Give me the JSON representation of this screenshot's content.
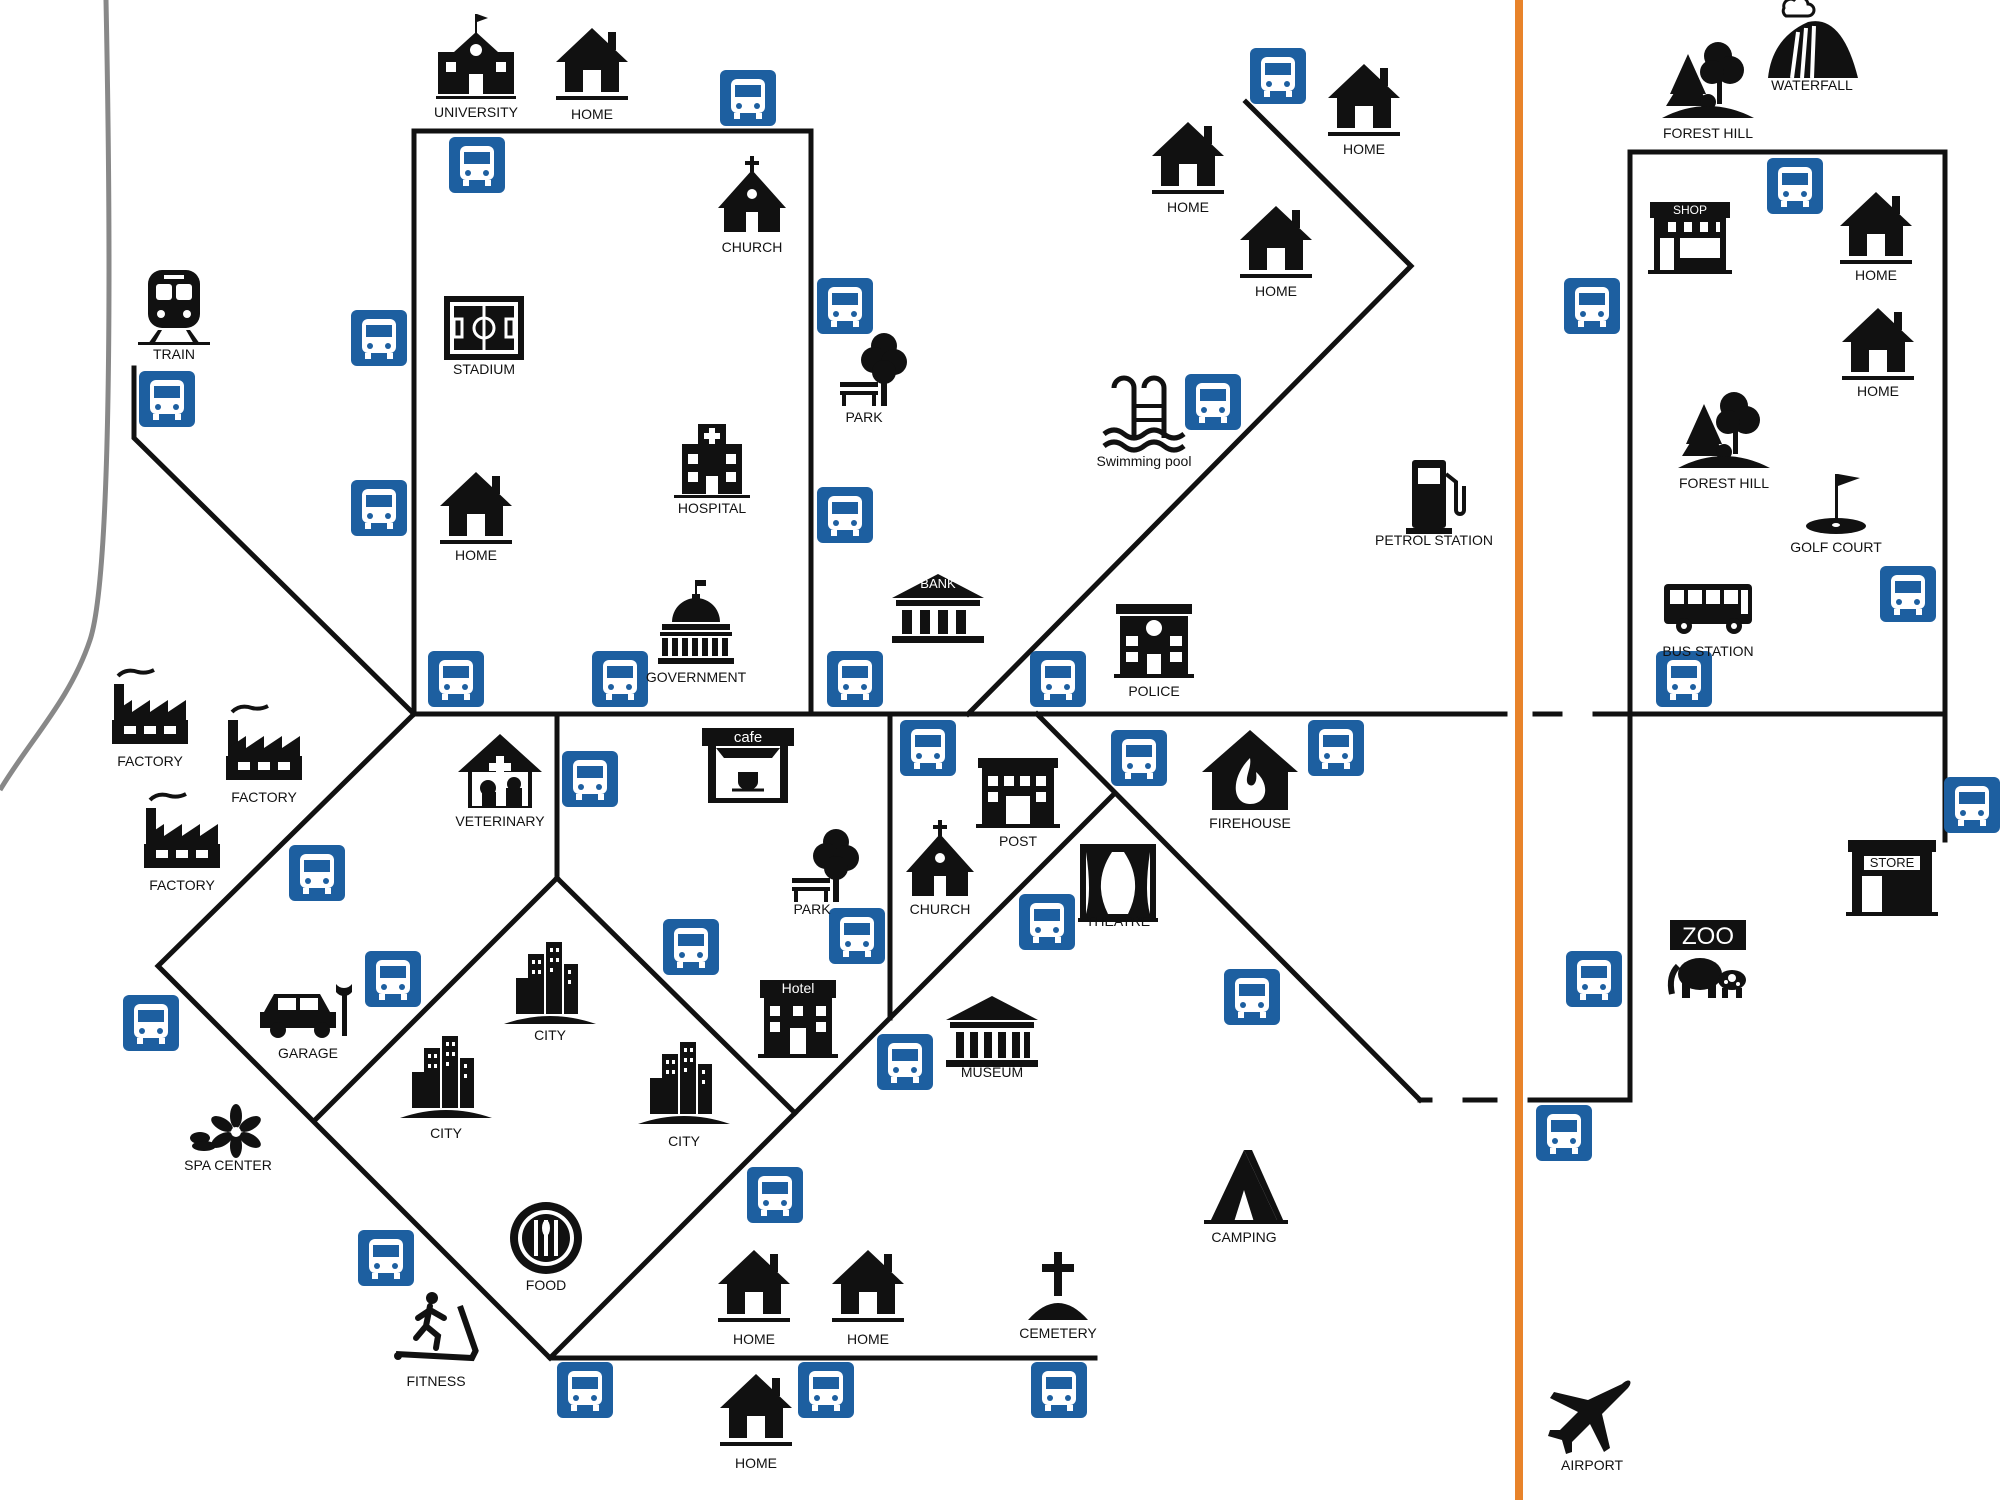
{
  "colors": {
    "bus_stop": "#1d5fa0",
    "road": "#111111",
    "railway": "#888888",
    "divider": "#e8832a",
    "icon": "#111111"
  },
  "places": [
    {
      "id": "university",
      "label": "UNIVERSITY",
      "icon": "school-icon"
    },
    {
      "id": "home-top-1",
      "label": "HOME",
      "icon": "home-icon"
    },
    {
      "id": "church-top",
      "label": "CHURCH",
      "icon": "church-icon"
    },
    {
      "id": "stadium",
      "label": "STADIUM",
      "icon": "stadium-icon"
    },
    {
      "id": "home-mid",
      "label": "HOME",
      "icon": "home-icon"
    },
    {
      "id": "hospital",
      "label": "HOSPITAL",
      "icon": "hospital-icon"
    },
    {
      "id": "government",
      "label": "GOVERNMENT",
      "icon": "government-icon"
    },
    {
      "id": "train",
      "label": "TRAIN",
      "icon": "train-icon"
    },
    {
      "id": "park-1",
      "label": "PARK",
      "icon": "park-icon"
    },
    {
      "id": "bank",
      "label": "BANK",
      "icon": "bank-icon"
    },
    {
      "id": "home-ne-1",
      "label": "HOME",
      "icon": "home-icon"
    },
    {
      "id": "home-ne-2",
      "label": "HOME",
      "icon": "home-icon"
    },
    {
      "id": "home-ne-3",
      "label": "HOME",
      "icon": "home-icon"
    },
    {
      "id": "swimming-pool",
      "label": "Swimming pool",
      "icon": "swimming-pool-icon"
    },
    {
      "id": "police",
      "label": "POLICE",
      "icon": "police-icon"
    },
    {
      "id": "petrol-station",
      "label": "PETROL STATION",
      "icon": "fuel-pump-icon"
    },
    {
      "id": "forest-hill-1",
      "label": "FOREST HILL",
      "icon": "forest-icon"
    },
    {
      "id": "waterfall",
      "label": "WATERFALL",
      "icon": "waterfall-icon"
    },
    {
      "id": "shop",
      "label": "SHOP",
      "icon": "shop-icon"
    },
    {
      "id": "home-e-1",
      "label": "HOME",
      "icon": "home-icon"
    },
    {
      "id": "home-e-2",
      "label": "HOME",
      "icon": "home-icon"
    },
    {
      "id": "forest-hill-2",
      "label": "FOREST HILL",
      "icon": "forest-icon"
    },
    {
      "id": "golf-court",
      "label": "GOLF COURT",
      "icon": "golf-flag-icon"
    },
    {
      "id": "bus-station",
      "label": "BUS STATION",
      "icon": "bus-icon"
    },
    {
      "id": "factory-1",
      "label": "FACTORY",
      "icon": "factory-icon"
    },
    {
      "id": "factory-2",
      "label": "FACTORY",
      "icon": "factory-icon"
    },
    {
      "id": "factory-3",
      "label": "FACTORY",
      "icon": "factory-icon"
    },
    {
      "id": "veterinary",
      "label": "VETERINARY",
      "icon": "veterinary-icon"
    },
    {
      "id": "cafe",
      "label": "cafe",
      "icon": "cafe-icon"
    },
    {
      "id": "park-2",
      "label": "PARK",
      "icon": "park-icon"
    },
    {
      "id": "post",
      "label": "POST",
      "icon": "post-office-icon"
    },
    {
      "id": "church-2",
      "label": "CHURCH",
      "icon": "church-icon"
    },
    {
      "id": "firehouse",
      "label": "FIREHOUSE",
      "icon": "fire-icon"
    },
    {
      "id": "theatre",
      "label": "THEATRE",
      "icon": "theatre-icon"
    },
    {
      "id": "store",
      "label": "STORE",
      "icon": "store-icon"
    },
    {
      "id": "zoo",
      "label": "ZOO",
      "icon": "zoo-icon"
    },
    {
      "id": "garage",
      "label": "GARAGE",
      "icon": "car-icon"
    },
    {
      "id": "city-1",
      "label": "CITY",
      "icon": "city-icon"
    },
    {
      "id": "city-2",
      "label": "CITY",
      "icon": "city-icon"
    },
    {
      "id": "city-3",
      "label": "CITY",
      "icon": "city-icon"
    },
    {
      "id": "hotel",
      "label": "Hotel",
      "icon": "hotel-icon"
    },
    {
      "id": "museum",
      "label": "MUSEUM",
      "icon": "museum-icon"
    },
    {
      "id": "spa-center",
      "label": "SPA CENTER",
      "icon": "flower-icon"
    },
    {
      "id": "food",
      "label": "FOOD",
      "icon": "food-icon"
    },
    {
      "id": "camping",
      "label": "CAMPING",
      "icon": "tent-icon"
    },
    {
      "id": "home-s-1",
      "label": "HOME",
      "icon": "home-icon"
    },
    {
      "id": "home-s-2",
      "label": "HOME",
      "icon": "home-icon"
    },
    {
      "id": "cemetery",
      "label": "CEMETERY",
      "icon": "grave-icon"
    },
    {
      "id": "fitness",
      "label": "FITNESS",
      "icon": "treadmill-icon"
    },
    {
      "id": "home-s-3",
      "label": "HOME",
      "icon": "home-icon"
    },
    {
      "id": "airport",
      "label": "AIRPORT",
      "icon": "airplane-icon"
    }
  ]
}
